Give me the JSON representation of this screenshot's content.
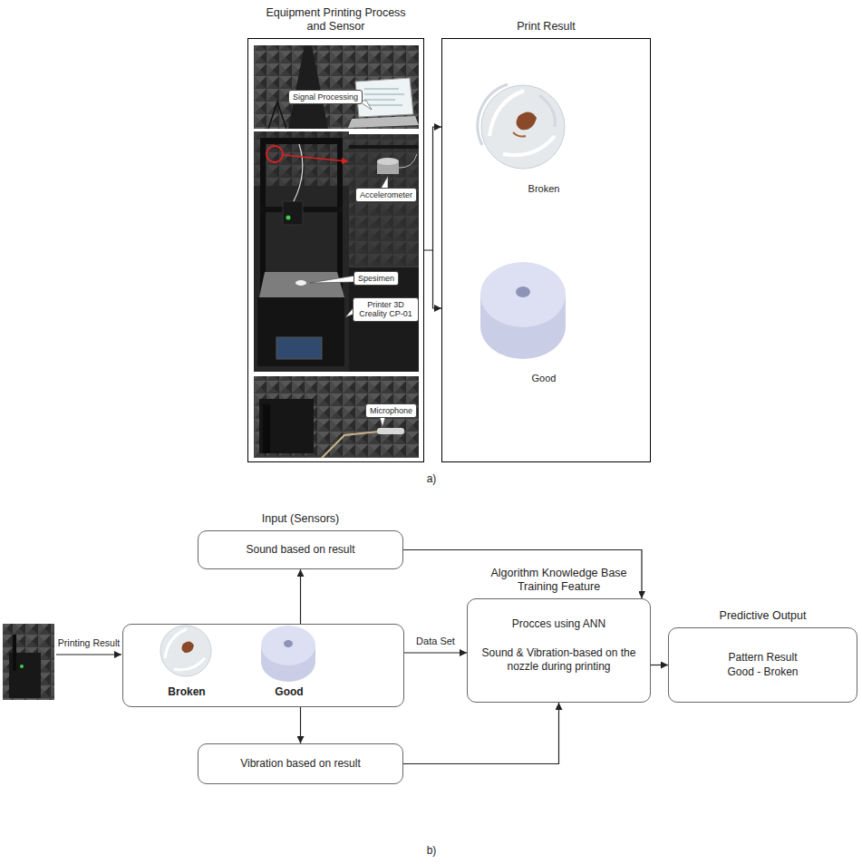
{
  "diagram": {
    "nodes": [
      {
        "text": [
          "Equipment Printing Process and Sensor"
        ]
      },
      {
        "text": [
          "Signal Processing"
        ],
        "in": 0
      },
      {
        "text": [
          "Accelerometer"
        ],
        "in": 0
      },
      {
        "text": [
          "Spesimen"
        ],
        "in": 0
      },
      {
        "text": [
          "Printer 3D Creality CP-01"
        ],
        "in": 0
      },
      {
        "text": [
          "Microphone"
        ],
        "in": 0
      },
      {
        "text": [
          "Print Result"
        ]
      },
      {
        "text": [
          "Input (Sensors)",
          "Sound based on result"
        ]
      },
      {
        "text": [
          "Broken",
          "Good"
        ]
      },
      {
        "text": [
          "Vibration based on result"
        ]
      },
      {
        "text": [
          "Algorithm Knowledge Base Training Feature",
          "Procces using ANN",
          "Sound & Vibration-based on the nozzle during printing"
        ]
      },
      {
        "text": [
          "Predictive Output",
          "Pattern Result Good - Broken"
        ]
      }
    ],
    "edges": [
      {
        "from": 0,
        "to": 6,
        "arrow": "to"
      },
      {
        "from": 8,
        "to": 7,
        "arrow": "to"
      },
      {
        "from": 8,
        "to": 9,
        "arrow": "to"
      },
      {
        "from": 8,
        "to": 10,
        "label": "Data Set",
        "arrow": "to"
      },
      {
        "from": 7,
        "to": 10,
        "arrow": "to"
      },
      {
        "from": 9,
        "to": 10,
        "arrow": "to"
      },
      {
        "from": 10,
        "to": 11,
        "arrow": "to"
      }
    ],
    "labels": [
      "Broken",
      "Good",
      "a)",
      "Printing Result",
      "b)"
    ]
  }
}
